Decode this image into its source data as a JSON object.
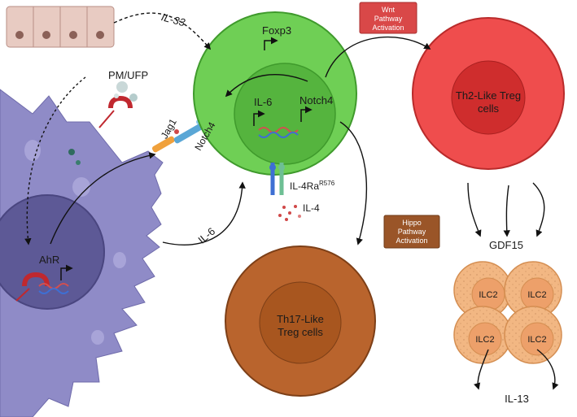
{
  "labels": {
    "il33": "IL-33",
    "pm_ufp": "PM/UFP",
    "foxp3": "Foxp3",
    "il6_inner": "IL-6",
    "notch4_inner": "Notch4",
    "jag1": "Jag1",
    "notch4_receptor": "Notch4",
    "ahr": "AhR",
    "il6_outer": "IL-6",
    "il4ra": "IL-4Ra",
    "il4ra_sup": "R576",
    "il4": "IL-4",
    "th2_line1": "Th2-Like Treg",
    "th2_line2": "cells",
    "th17_line1": "Th17-Like",
    "th17_line2": "Treg cells",
    "gdf15": "GDF15",
    "ilc2": "ILC2",
    "il13": "IL-13"
  },
  "boxes": {
    "wnt": [
      "Wnt",
      "Pathway",
      "Activation"
    ],
    "hippo": [
      "Hippo",
      "Pathway",
      "Activation"
    ]
  },
  "colors": {
    "dendritic": "#8f8bc7",
    "dendritic_nucleus": "#5d5996",
    "treg_outer": "#6fcf55",
    "treg_inner": "#55b43e",
    "th2_outer": "#ef4d4d",
    "th2_inner": "#cf2d2d",
    "th17_outer": "#b9642d",
    "th17_inner": "#a8561f",
    "ilc2_outer": "#f2b783",
    "ilc2_inner": "#eda06a",
    "wnt_box": "#d94848",
    "hippo_box": "#9a5528",
    "epithelium": "#e8cbc2"
  }
}
